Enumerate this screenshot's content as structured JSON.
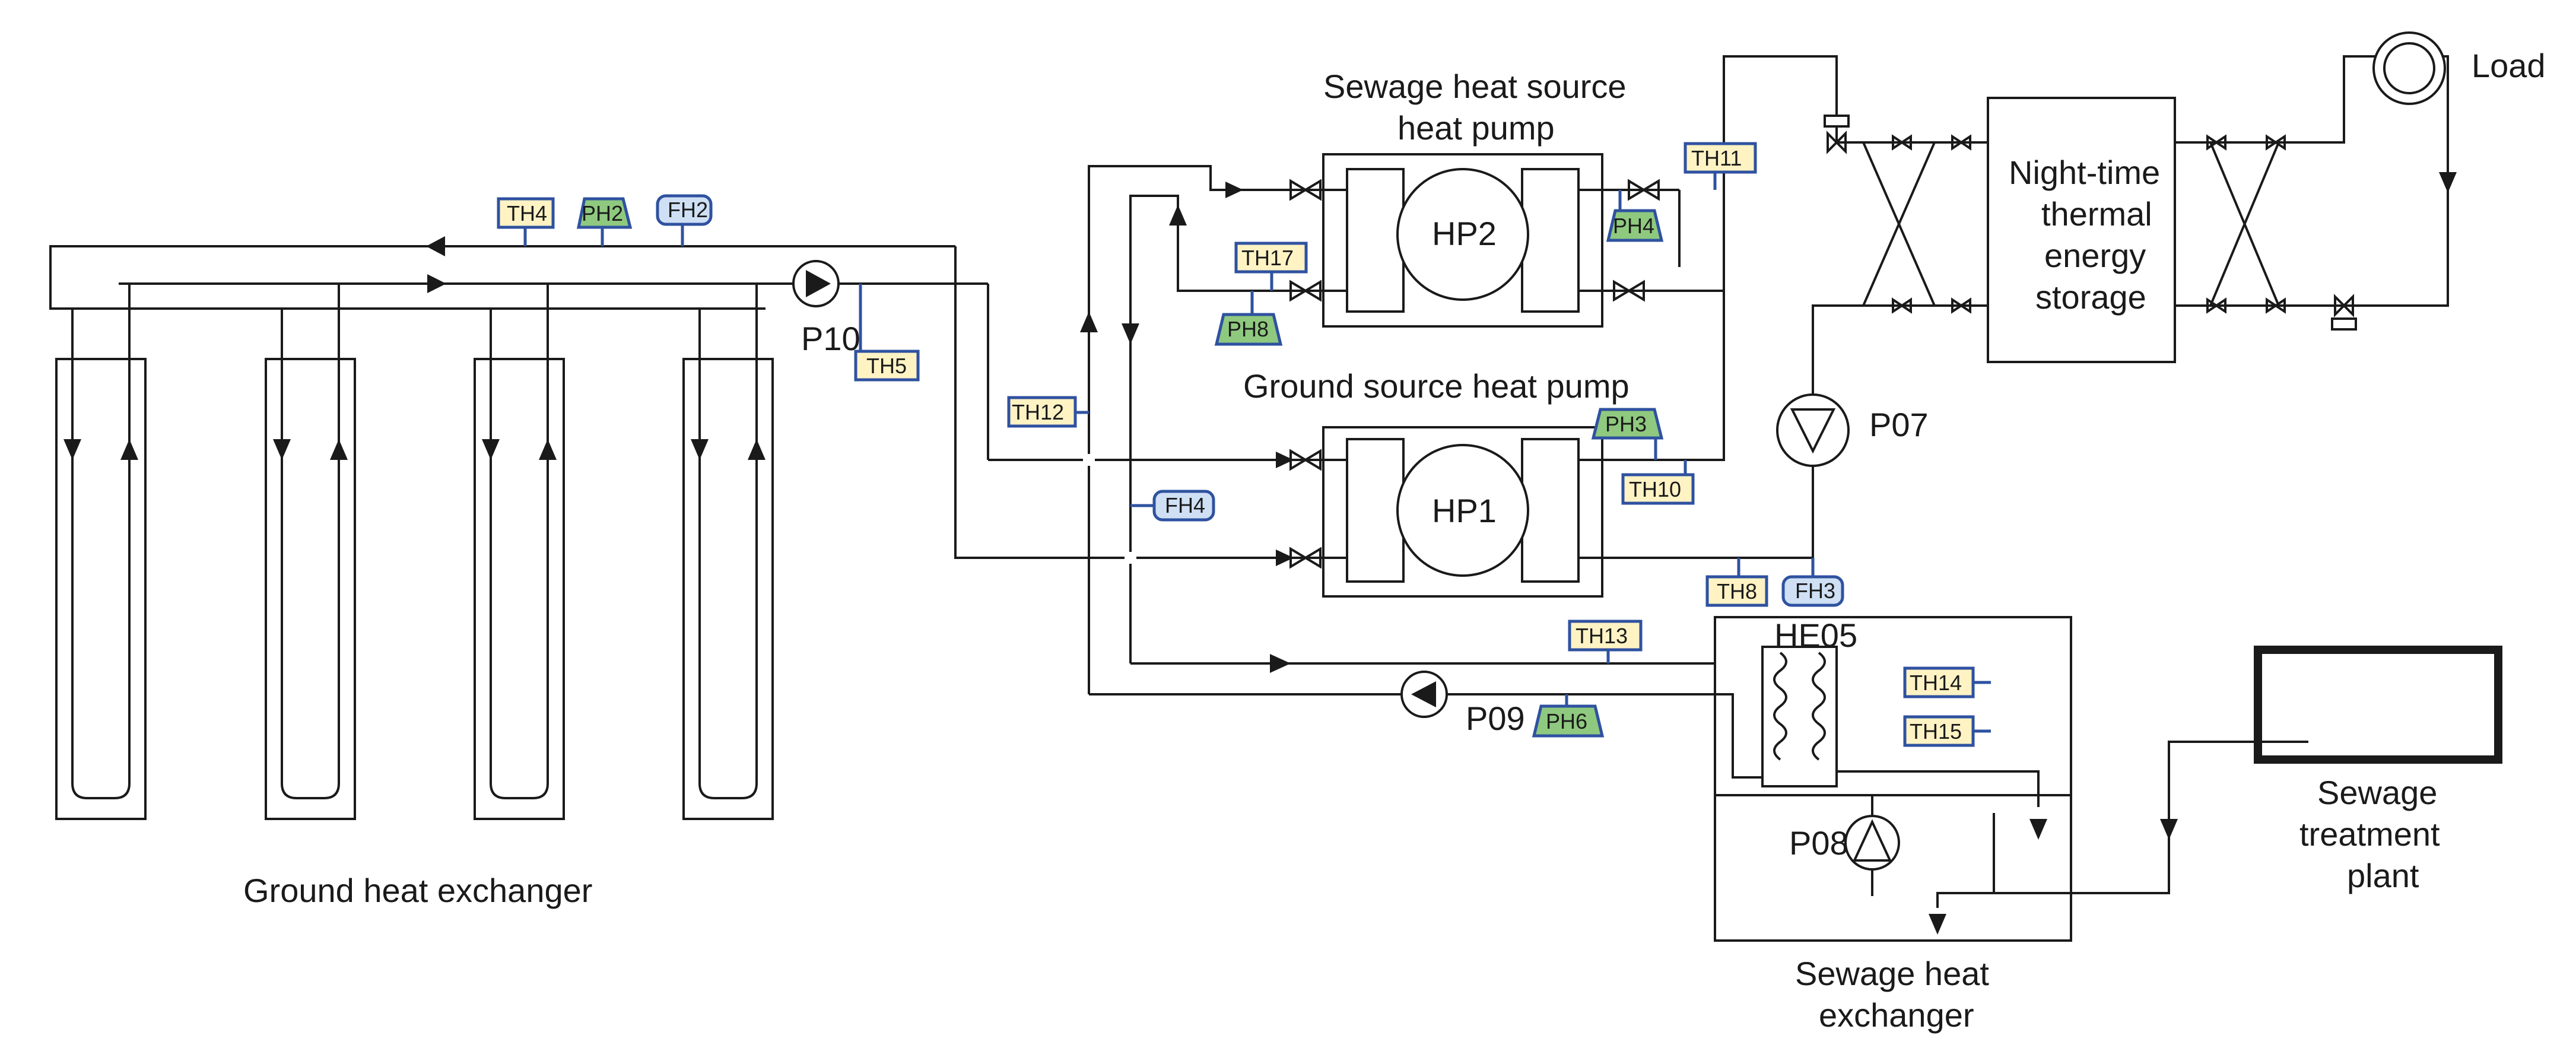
{
  "labels": {
    "ground_hx": "Ground heat exchanger",
    "sewage_hp_line1": "Sewage heat source",
    "sewage_hp_line2": "heat pump",
    "ground_hp": "Ground source heat pump",
    "hp2": "HP2",
    "hp1": "HP1",
    "storage_line1": "Night-time",
    "storage_line2": "thermal",
    "storage_line3": "energy",
    "storage_line4": "storage",
    "load": "Load",
    "p10": "P10",
    "p07": "P07",
    "p09": "P09",
    "p08": "P08",
    "he05": "HE05",
    "sewage_hx_line1": "Sewage heat",
    "sewage_hx_line2": "exchanger",
    "plant_line1": "Sewage",
    "plant_line2": "treatment",
    "plant_line3": "plant"
  },
  "sensors": {
    "th4": "TH4",
    "ph2": "PH2",
    "fh2": "FH2",
    "th5": "TH5",
    "th12": "TH12",
    "fh4": "FH4",
    "th17": "TH17",
    "ph8": "PH8",
    "th11": "TH11",
    "ph4": "PH4",
    "ph3": "PH3",
    "th10": "TH10",
    "th8": "TH8",
    "fh3": "FH3",
    "th13": "TH13",
    "ph6": "PH6",
    "th14": "TH14",
    "th15": "TH15"
  },
  "colors": {
    "temperature_tag": "#fff3c4",
    "pressure_tag": "#8fc97f",
    "flow_tag": "#cfe0f5",
    "tag_outline": "#2f52a0"
  }
}
